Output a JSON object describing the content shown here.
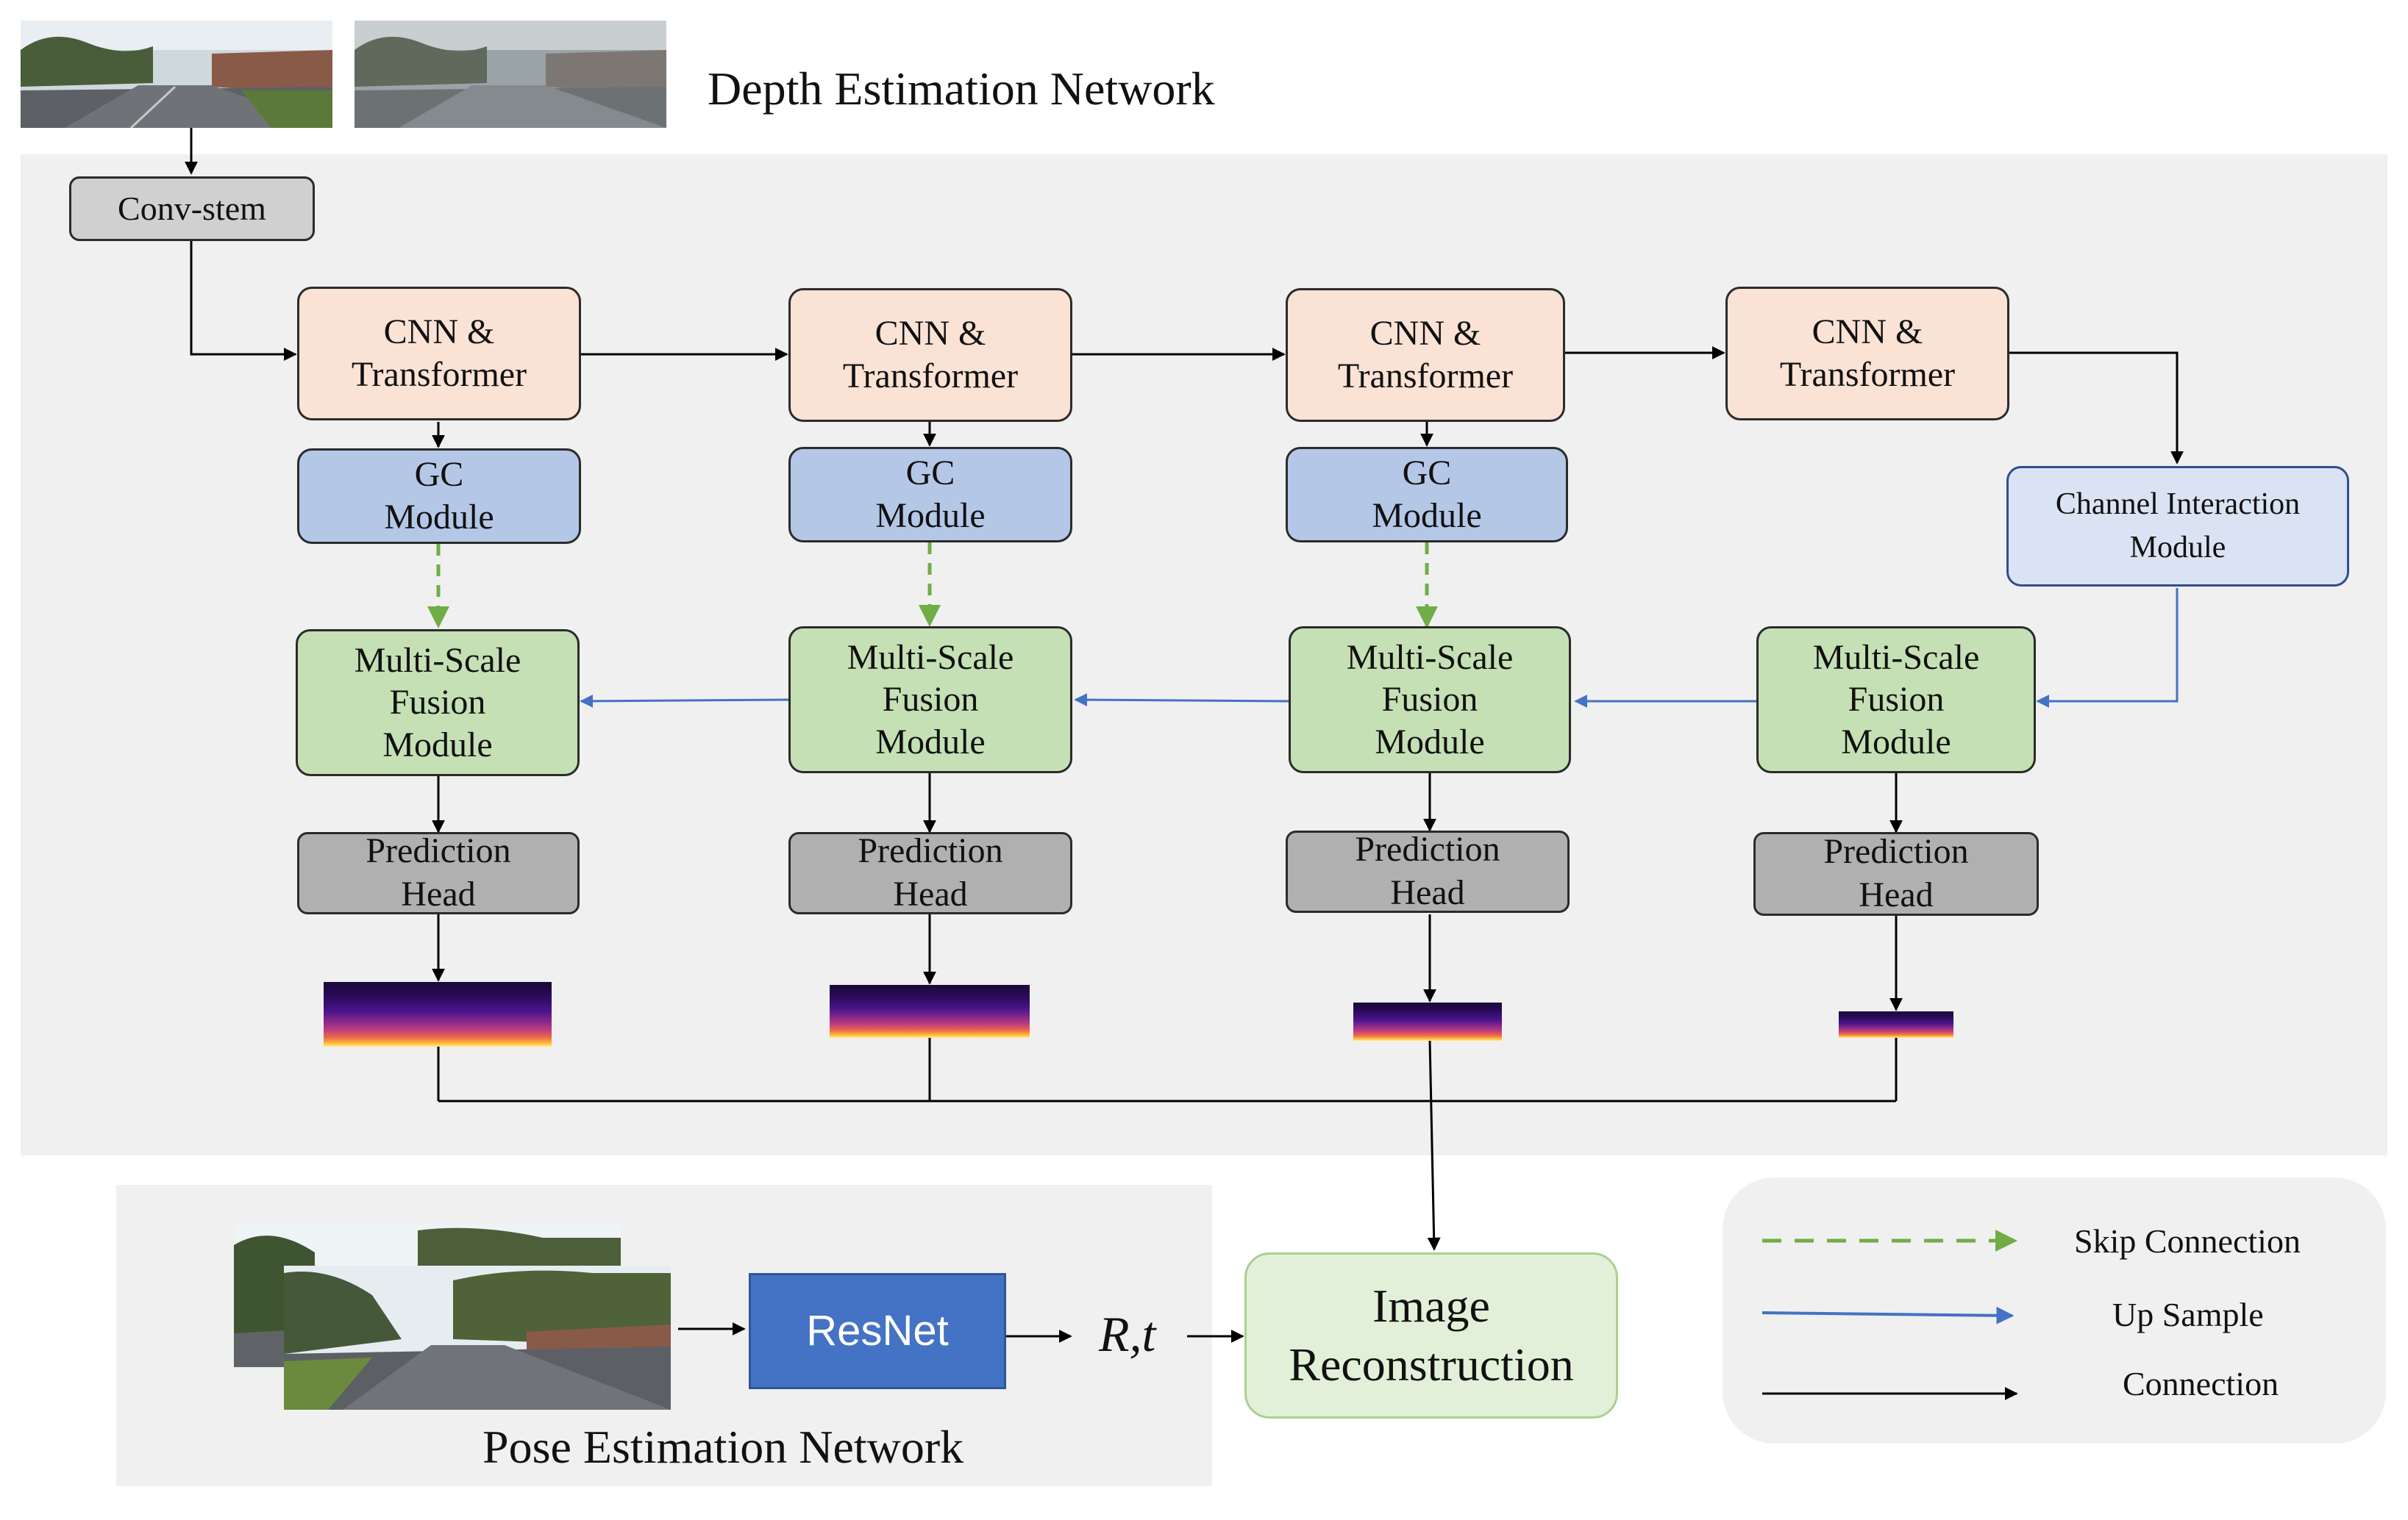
{
  "depth_network": {
    "title": "Depth Estimation Network",
    "conv_stem": "Conv-stem",
    "stages": [
      {
        "encoder": "CNN &\nTransformer",
        "gc": "GC\nModule",
        "fusion": "Multi-Scale\nFusion\nModule",
        "head": "Prediction\nHead"
      },
      {
        "encoder": "CNN &\nTransformer",
        "gc": "GC\nModule",
        "fusion": "Multi-Scale\nFusion\nModule",
        "head": "Prediction\nHead"
      },
      {
        "encoder": "CNN &\nTransformer",
        "gc": "GC\nModule",
        "fusion": "Multi-Scale\nFusion\nModule",
        "head": "Prediction\nHead"
      },
      {
        "encoder": "CNN &\nTransformer",
        "channel_interaction": "Channel Interaction\nModule",
        "fusion": "Multi-Scale\nFusion\nModule",
        "head": "Prediction\nHead"
      }
    ]
  },
  "pose_network": {
    "title": "Pose Estimation Network",
    "backbone": "ResNet",
    "output": "R,t"
  },
  "image_reconstruction": "Image\nReconstruction",
  "legend": {
    "items": [
      {
        "label": "Skip Connection",
        "style": "dashed",
        "color": "#70ad47"
      },
      {
        "label": "Up Sample",
        "style": "solid",
        "color": "#4472c4"
      },
      {
        "label": "Connection",
        "style": "solid",
        "color": "#000000"
      }
    ]
  },
  "colors": {
    "encoder": "#fae2d5",
    "gc_module": "#b4c7e7",
    "fusion_module": "#c5e0b4",
    "prediction_head": "#b0b0b0",
    "channel_interaction": "#dae3f3",
    "resnet": "#4472c4",
    "image_reconstruction": "#e2f0d9",
    "panel_background": "#f0f0f0"
  }
}
